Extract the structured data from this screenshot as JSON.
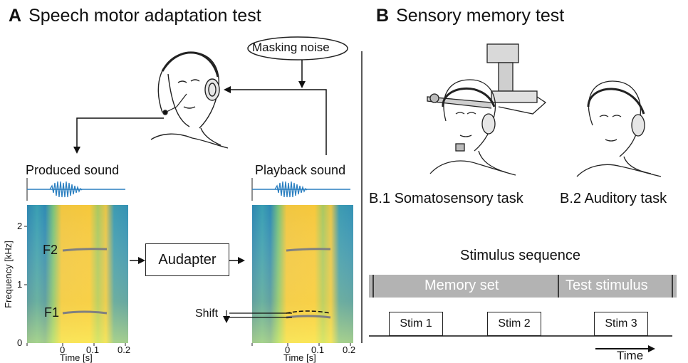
{
  "panel_a": {
    "letter": "A",
    "title": "Speech motor adaptation test",
    "masking_noise": "Masking noise",
    "produced_sound": "Produced sound",
    "playback_sound": "Playback sound",
    "audapter": "Audapter",
    "shift": "Shift",
    "f2": "F2",
    "f1": "F1",
    "y_axis_label": "Frequency [kHz]",
    "x_axis_label": "Time [s]",
    "y_ticks": [
      "0",
      "1",
      "2"
    ],
    "x_ticks": [
      "0",
      "0.1",
      "0.2"
    ]
  },
  "panel_b": {
    "letter": "B",
    "title": "Sensory memory test",
    "task1": "B.1 Somatosensory task",
    "task2": "B.2 Auditory task",
    "stimulus_sequence": "Stimulus sequence",
    "memory_set": "Memory set",
    "test_stimulus": "Test stimulus",
    "stim1": "Stim 1",
    "stim2": "Stim 2",
    "stim3": "Stim 3",
    "time": "Time"
  },
  "colors": {
    "spectrogram_low": "#2e7fb0",
    "spectrogram_mid": "#4fb8a0",
    "spectrogram_high": "#ffd23a",
    "waveform": "#2a7fc0",
    "sequence_bar": "#b3b3b3"
  }
}
